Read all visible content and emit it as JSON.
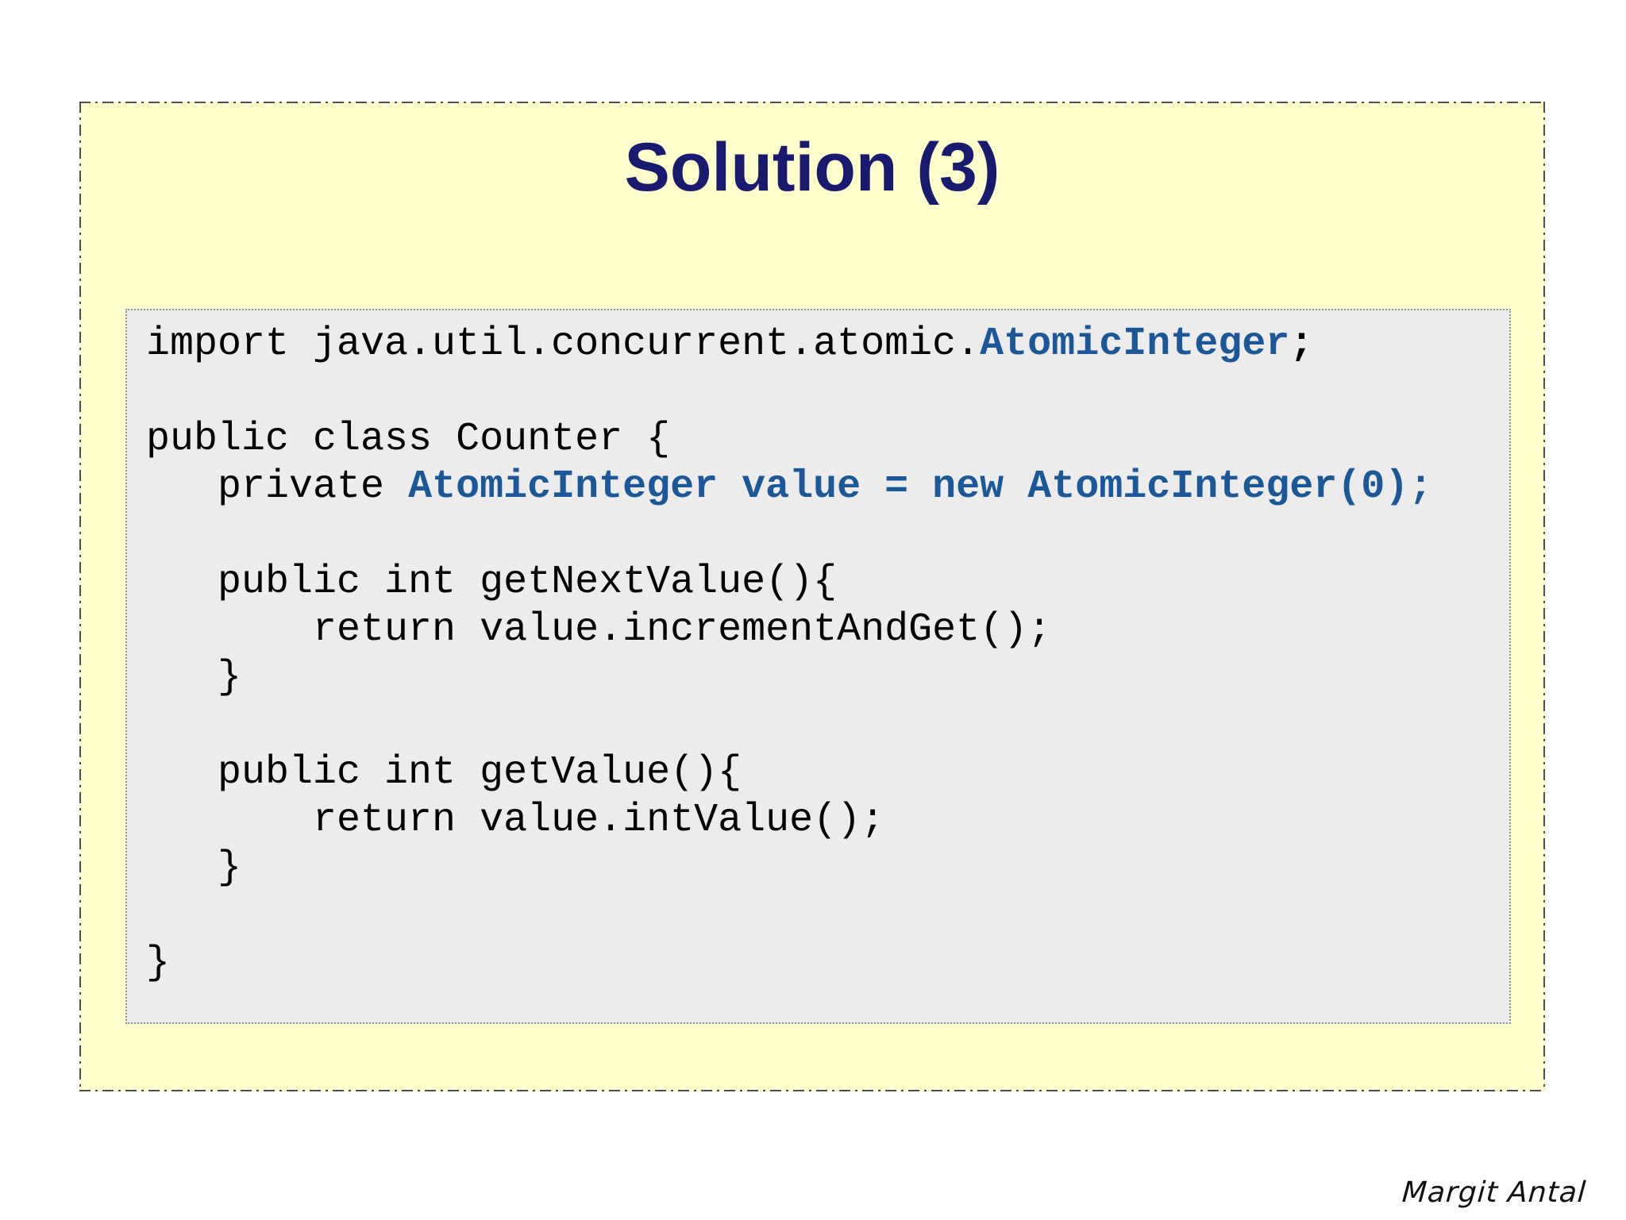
{
  "slide": {
    "title": "Solution (3)",
    "colors": {
      "page_background": "#ffffff",
      "slide_background": "#ffffcc",
      "slide_border": "#4d4d4d",
      "title_text": "#191970",
      "code_background": "#ececec",
      "code_border": "#8f8f8f",
      "code_text": "#000000",
      "code_highlight": "#1b5899"
    },
    "code_block": {
      "language": "java",
      "lines": [
        {
          "segments": [
            {
              "text": "import java.util.concurrent.atomic.",
              "style": "plain"
            },
            {
              "text": "AtomicInteger",
              "style": "type"
            },
            {
              "text": ";",
              "style": "bold"
            }
          ]
        },
        {
          "segments": []
        },
        {
          "segments": [
            {
              "text": "public class Counter {",
              "style": "plain"
            }
          ]
        },
        {
          "segments": [
            {
              "text": "   private ",
              "style": "plain"
            },
            {
              "text": "AtomicInteger value = new AtomicInteger(0);",
              "style": "type"
            }
          ]
        },
        {
          "segments": []
        },
        {
          "segments": [
            {
              "text": "   public int getNextValue(){",
              "style": "plain"
            }
          ]
        },
        {
          "segments": [
            {
              "text": "       return value.incrementAndGet();",
              "style": "plain"
            }
          ]
        },
        {
          "segments": [
            {
              "text": "   }",
              "style": "plain"
            }
          ]
        },
        {
          "segments": []
        },
        {
          "segments": [
            {
              "text": "   public int getValue(){",
              "style": "plain"
            }
          ]
        },
        {
          "segments": [
            {
              "text": "       return value.intValue();",
              "style": "plain"
            }
          ]
        },
        {
          "segments": [
            {
              "text": "   }",
              "style": "plain"
            }
          ]
        },
        {
          "segments": []
        },
        {
          "segments": [
            {
              "text": "}",
              "style": "plain"
            }
          ]
        }
      ]
    }
  },
  "footer": {
    "signature": "Margit Antal"
  }
}
